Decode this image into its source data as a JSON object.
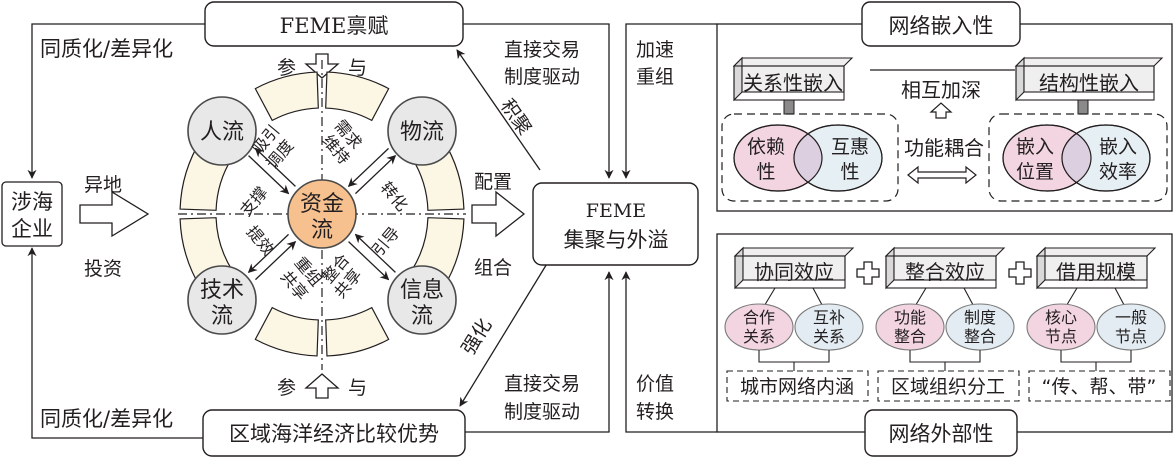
{
  "colors": {
    "line": "#231f20",
    "ring_fill": "#fcf6e4",
    "node_fill": "#e8e8e8",
    "center_fill": "#f6c08f",
    "pink": "#f2d5e0",
    "blue": "#e2ecf2",
    "overlap": "#dcd0e0",
    "block_fill": "#efefef",
    "block_side": "#d9d9d9",
    "connector": "#8a8a8a"
  },
  "left": {
    "top_box": "FEME禀赋",
    "bottom_box": "区域海洋经济比较优势",
    "top_loop_label": "同质化/差异化",
    "bottom_loop_label": "同质化/差异化",
    "enterprise": [
      "涉海",
      "企业"
    ],
    "invest_top": "异地",
    "invest_bottom": "投资",
    "participate_top": [
      "参",
      "与"
    ],
    "participate_bottom": [
      "参",
      "与"
    ]
  },
  "wheel": {
    "center": [
      "资金",
      "流"
    ],
    "nodes": {
      "people": [
        "人流"
      ],
      "goods": [
        "物流"
      ],
      "tech": [
        "技术",
        "流"
      ],
      "info": [
        "信息",
        "流"
      ]
    },
    "edge_labels": {
      "people_in": [
        "吸引",
        "调度"
      ],
      "people_out": "支撑",
      "goods_in": [
        "需求",
        "维持"
      ],
      "goods_out": "转化",
      "tech_in": "提效",
      "tech_out": [
        "重组",
        "共享"
      ],
      "info_in": [
        "整合",
        "共享"
      ],
      "info_out": "引导"
    }
  },
  "middle": {
    "allocate_top": "配置",
    "allocate_bottom": "组合",
    "accumulate": "积聚",
    "strengthen": "强化",
    "feme_box": [
      "FEME",
      "集聚与外溢"
    ],
    "direct_top": [
      "直接交易",
      "制度驱动"
    ],
    "direct_bottom": [
      "直接交易",
      "制度驱动"
    ],
    "accelerate": [
      "加速",
      "重组"
    ],
    "value": [
      "价值",
      "转换"
    ]
  },
  "embed": {
    "title": "网络嵌入性",
    "left_block": "关系性嵌入",
    "right_block": "结构性嵌入",
    "deepen": "相互加深",
    "coupling": "功能耦合",
    "left_venn": [
      [
        "依赖",
        "性"
      ],
      [
        "互惠",
        "性"
      ]
    ],
    "right_venn": [
      [
        "嵌入",
        "位置"
      ],
      [
        "嵌入",
        "效率"
      ]
    ]
  },
  "external": {
    "title": "网络外部性",
    "groups": [
      {
        "block": "协同效应",
        "items": [
          [
            "合作",
            "关系"
          ],
          [
            "互补",
            "关系"
          ]
        ],
        "result": "城市网络内涵"
      },
      {
        "block": "整合效应",
        "items": [
          [
            "功能",
            "整合"
          ],
          [
            "制度",
            "整合"
          ]
        ],
        "result": "区域组织分工"
      },
      {
        "block": "借用规模",
        "items": [
          [
            "核心",
            "节点"
          ],
          [
            "一般",
            "节点"
          ]
        ],
        "result": "“传、帮、带”"
      }
    ],
    "plus": "+"
  }
}
